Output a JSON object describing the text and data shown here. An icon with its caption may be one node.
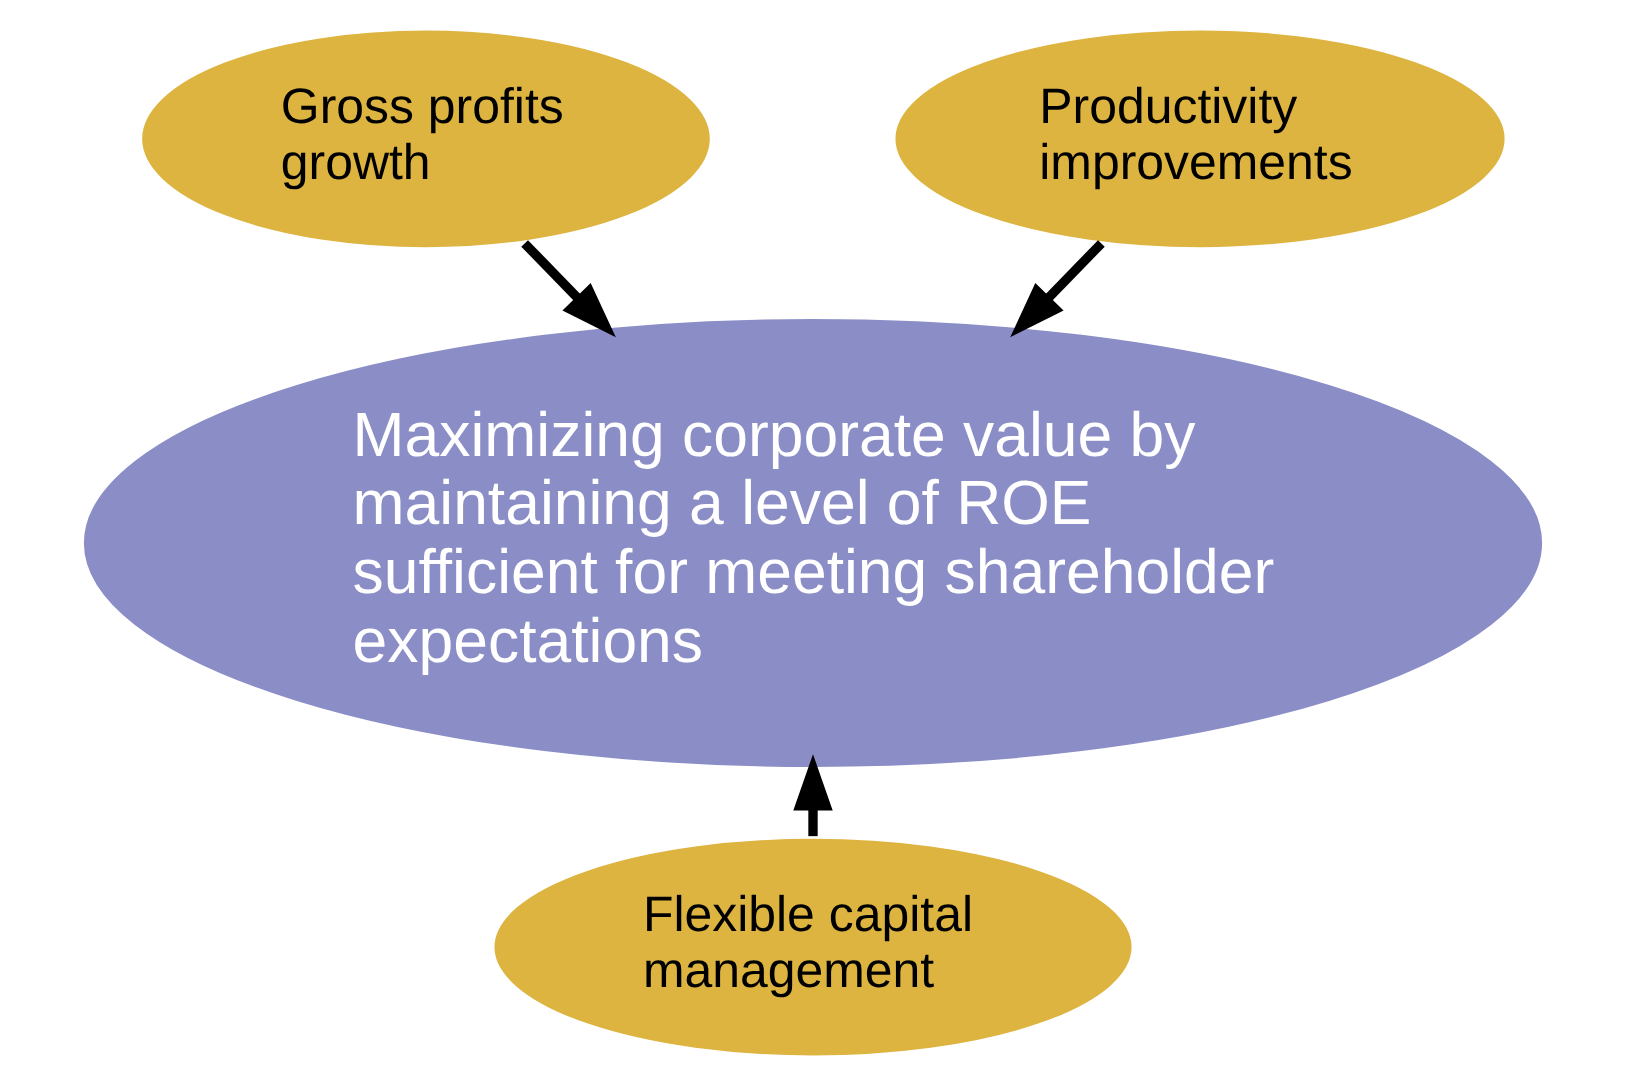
{
  "diagram": {
    "nodes": [
      {
        "text": [
          "Gross profits growth"
        ]
      },
      {
        "text": [
          "Productivity improvements"
        ]
      },
      {
        "text": [
          "Maximizing corporate value by maintaining a level of ROE sufficient for meeting shareholder expectations"
        ]
      },
      {
        "text": [
          "Flexible capital management"
        ]
      }
    ],
    "edges": [
      {
        "from": 0,
        "to": 2,
        "arrow": "to"
      },
      {
        "from": 1,
        "to": 2,
        "arrow": "to"
      },
      {
        "from": 3,
        "to": 2,
        "arrow": "to"
      }
    ]
  }
}
